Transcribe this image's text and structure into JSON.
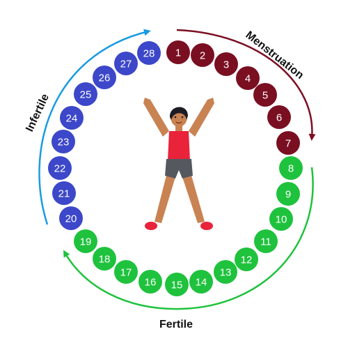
{
  "phases": [
    {
      "key": "menstruation",
      "label": "Menstruation",
      "days": [
        1,
        7
      ],
      "color": "#7a0f22"
    },
    {
      "key": "fertile",
      "label": "Fertile",
      "days": [
        8,
        19
      ],
      "color": "#1fc23d"
    },
    {
      "key": "infertile",
      "label": "Infertile",
      "days": [
        20,
        28
      ],
      "color": "#3c47c9"
    }
  ],
  "arrow_colors": {
    "menstruation": "#7a0f22",
    "fertile": "#1fc23d",
    "infertile": "#1a9be0"
  },
  "total_days": 28,
  "figure": "woman-jumping-icon"
}
